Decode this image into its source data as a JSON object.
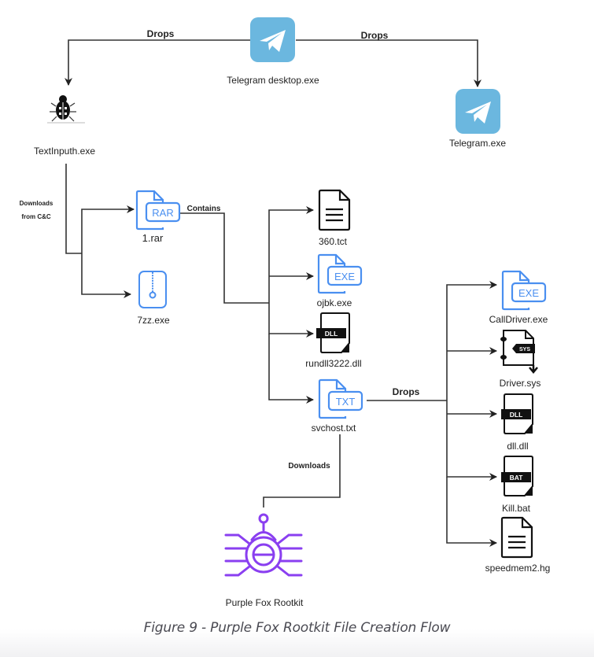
{
  "figure": {
    "caption": "Figure 9 - Purple Fox Rootkit File Creation Flow"
  },
  "colors": {
    "telegram": "#6bb7df",
    "file_blue": "#4a8ff0",
    "rootkit_purple": "#8a3ff0",
    "line": "#333333"
  },
  "nodes": {
    "telegram_desktop": {
      "label": "Telegram desktop.exe",
      "icon": "telegram-icon"
    },
    "telegram_exe": {
      "label": "Telegram.exe",
      "icon": "telegram-icon"
    },
    "textinputh": {
      "label": "TextInputh.exe",
      "icon": "bug-icon"
    },
    "rar": {
      "label": "1.rar",
      "icon": "rar-file-icon",
      "badge": "RAR"
    },
    "zz": {
      "label": "7zz.exe",
      "icon": "zip-file-icon"
    },
    "tct": {
      "label": "360.tct",
      "icon": "text-document-icon"
    },
    "ojbk": {
      "label": "ojbk.exe",
      "icon": "exe-file-icon",
      "badge": "EXE"
    },
    "rundll": {
      "label": "rundll3222.dll",
      "icon": "dll-file-icon",
      "badge": "DLL"
    },
    "svchost": {
      "label": "svchost.txt",
      "icon": "txt-file-icon",
      "badge": "TXT"
    },
    "calldriver": {
      "label": "CallDriver.exe",
      "icon": "exe-file-icon",
      "badge": "EXE"
    },
    "driver": {
      "label": "Driver.sys",
      "icon": "sys-file-icon",
      "badge": "SYS"
    },
    "dll": {
      "label": "dll.dll",
      "icon": "dll-file-icon",
      "badge": "DLL"
    },
    "kill": {
      "label": "Kill.bat",
      "icon": "bat-file-icon",
      "badge": "BAT"
    },
    "speedmem": {
      "label": "speedmem2.hg",
      "icon": "text-document-icon"
    },
    "rootkit": {
      "label": "Purple Fox Rootkit",
      "icon": "rootkit-icon"
    }
  },
  "edges": {
    "drops_left": "Drops",
    "drops_right": "Drops",
    "downloads_cc_line1": "Downloads",
    "downloads_cc_line2": "from C&C",
    "contains": "Contains",
    "drops_svchost": "Drops",
    "downloads_rootkit": "Downloads"
  }
}
